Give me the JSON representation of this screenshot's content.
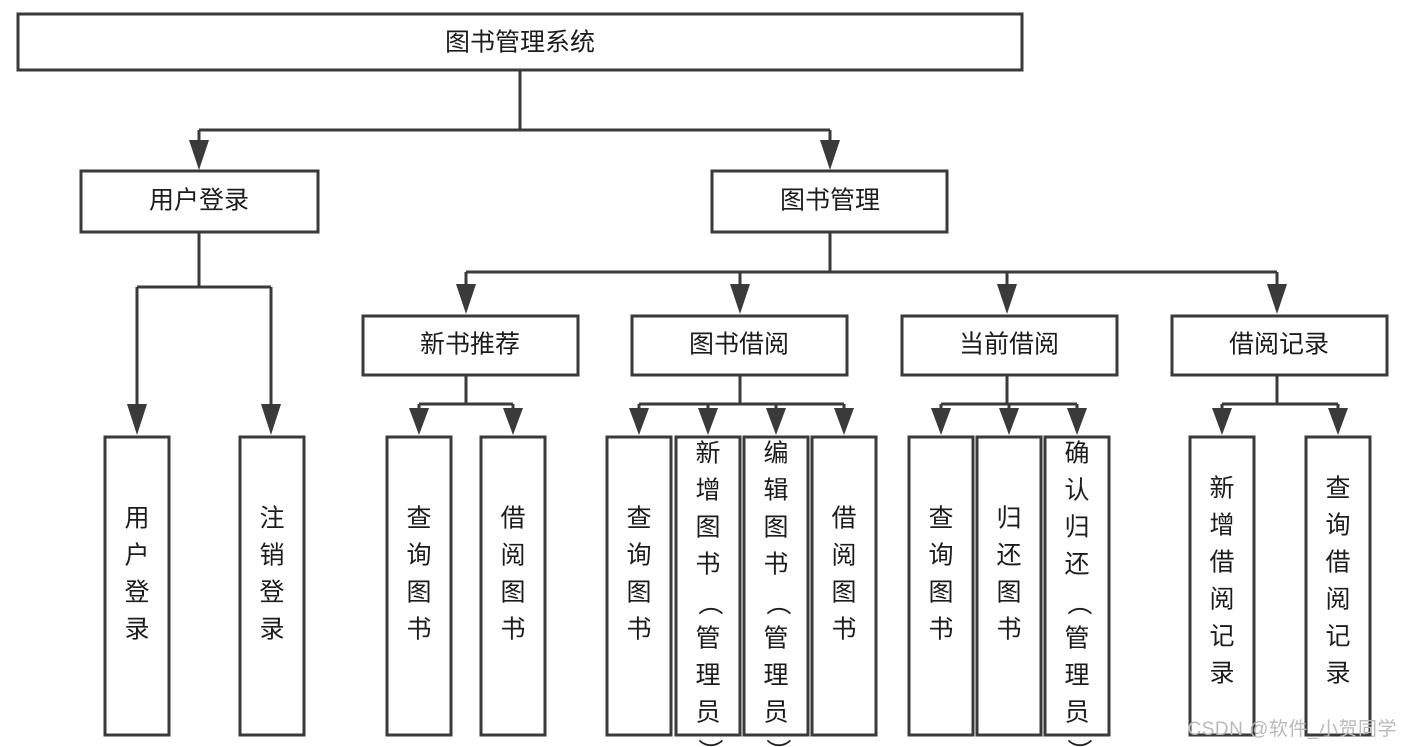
{
  "diagram": {
    "title": "图书管理系统",
    "type": "hierarchy-tree",
    "orientation": "top-down",
    "colors": {
      "box_fill": "#ffffff",
      "box_stroke": "#3a3a3a",
      "text": "#1c1c1c",
      "background": "#ffffff",
      "watermark": "#b9b9b9"
    },
    "root": {
      "label": "图书管理系统"
    },
    "level2": [
      {
        "label": "用户登录"
      },
      {
        "label": "图书管理"
      }
    ],
    "level3": [
      {
        "label": "新书推荐"
      },
      {
        "label": "图书借阅"
      },
      {
        "label": "当前借阅"
      },
      {
        "label": "借阅记录"
      }
    ],
    "leaves": {
      "user_login": [
        {
          "label": "用户登录"
        },
        {
          "label": "注销登录"
        }
      ],
      "new_book_recommend": [
        {
          "label": "查询图书"
        },
        {
          "label": "借阅图书"
        }
      ],
      "book_borrow": [
        {
          "label": "查询图书"
        },
        {
          "label": "新增图书（管理员）"
        },
        {
          "label": "编辑图书（管理员）"
        },
        {
          "label": "借阅图书"
        }
      ],
      "current_borrow": [
        {
          "label": "查询图书"
        },
        {
          "label": "归还图书"
        },
        {
          "label": "确认归还（管理员）"
        }
      ],
      "borrow_record": [
        {
          "label": "新增借阅记录"
        },
        {
          "label": "查询借阅记录"
        }
      ]
    }
  },
  "watermark": {
    "text": "CSDN @软件_小贺同学"
  }
}
